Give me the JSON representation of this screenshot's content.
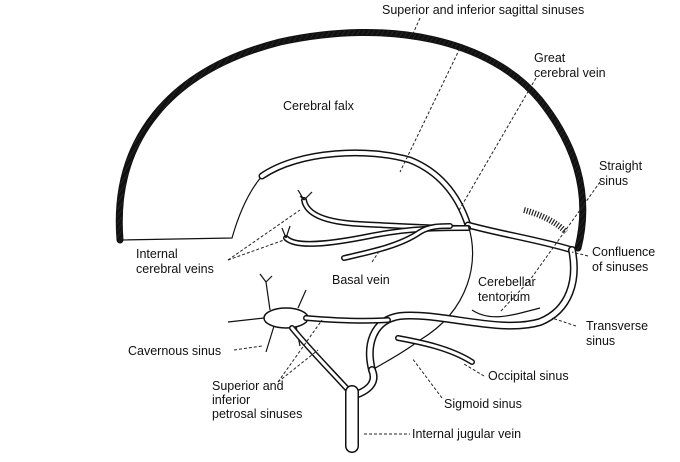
{
  "labels": {
    "sagittal_sinuses": "Superior and inferior sagittal sinuses",
    "great_cerebral_vein_line1": "Great",
    "great_cerebral_vein_line2": "cerebral vein",
    "straight_sinus_line1": "Straight",
    "straight_sinus_line2": "sinus",
    "cerebral_falx": "Cerebral falx",
    "internal_cerebral_veins_line1": "Internal",
    "internal_cerebral_veins_line2": "cerebral veins",
    "confluence_line1": "Confluence",
    "confluence_line2": "of sinuses",
    "basal_vein": "Basal vein",
    "cerebellar_tentorium_line1": "Cerebellar",
    "cerebellar_tentorium_line2": "tentorium",
    "transverse_sinus_line1": "Transverse",
    "transverse_sinus_line2": "sinus",
    "cavernous_sinus": "Cavernous sinus",
    "occipital_sinus": "Occipital sinus",
    "petrosal_line1": "Superior and",
    "petrosal_line2": "inferior",
    "petrosal_line3": "petrosal sinuses",
    "sigmoid_sinus": "Sigmoid sinus",
    "internal_jugular_vein": "Internal jugular vein"
  }
}
